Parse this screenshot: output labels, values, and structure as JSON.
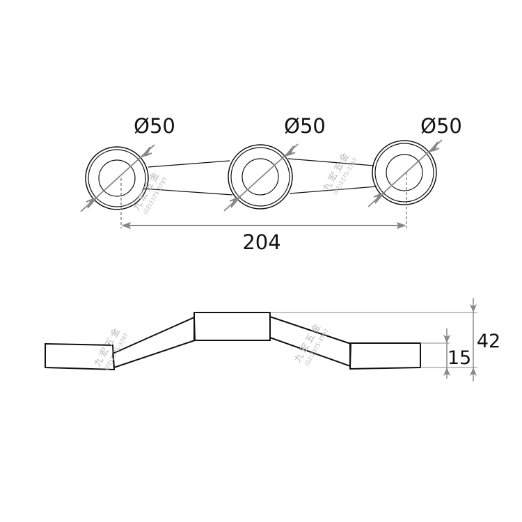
{
  "top_view": {
    "diameter_labels": [
      "Ø50",
      "Ø50",
      "Ø50"
    ],
    "spacing_label": "204"
  },
  "side_view": {
    "thickness_label": "15",
    "height_label": "42"
  },
  "watermark": {
    "brand": "九宏五金",
    "phone": "(02)2375-3797"
  },
  "colors": {
    "line": "#111111",
    "dimension": "#888888",
    "watermark": "#b8b8b8"
  }
}
